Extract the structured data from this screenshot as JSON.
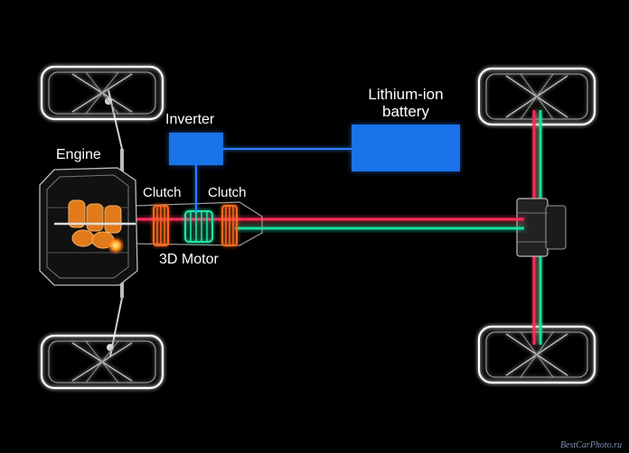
{
  "labels": {
    "engine": "Engine",
    "inverter": "Inverter",
    "battery_line1": "Lithium-ion",
    "battery_line2": "battery",
    "clutch_left": "Clutch",
    "clutch_right": "Clutch",
    "motor": "3D Motor"
  },
  "watermark": "BestCarPhoto.ru",
  "colors": {
    "background": "#000000",
    "box": "#1a73e8",
    "electric_line": "#2a7fff",
    "drive_red": "#ff2a5a",
    "drive_green": "#19e0a0",
    "clutch": "#ff6a1a",
    "motor": "#20e8a8",
    "engine": "#e07a1a",
    "wheel": "#ffffff"
  }
}
